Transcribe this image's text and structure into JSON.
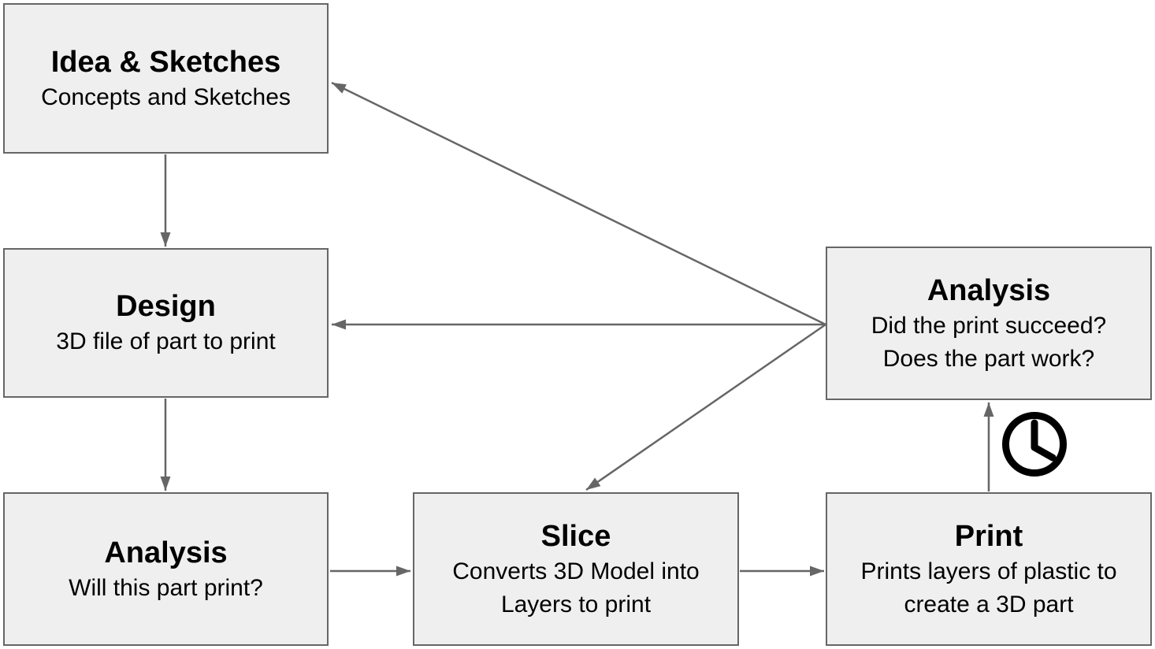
{
  "diagram": {
    "type": "flowchart",
    "colors": {
      "box_fill": "#efefef",
      "box_border": "#666666",
      "arrow": "#666666",
      "text": "#000000",
      "clock": "#000000"
    },
    "nodes": [
      {
        "id": "idea",
        "title": "Idea & Sketches",
        "subtitle": "Concepts and Sketches"
      },
      {
        "id": "design",
        "title": "Design",
        "subtitle": "3D file of part to print"
      },
      {
        "id": "analysis_pre",
        "title": "Analysis",
        "subtitle": "Will this part print?"
      },
      {
        "id": "slice",
        "title": "Slice",
        "subtitle": "Converts 3D Model into\nLayers to print"
      },
      {
        "id": "print",
        "title": "Print",
        "subtitle": "Prints layers of plastic to\ncreate a 3D part"
      },
      {
        "id": "analysis_post",
        "title": "Analysis",
        "subtitle": "Did the print succeed?\nDoes the part work?"
      }
    ],
    "edges": [
      {
        "from": "idea",
        "to": "design"
      },
      {
        "from": "design",
        "to": "analysis_pre"
      },
      {
        "from": "analysis_pre",
        "to": "slice"
      },
      {
        "from": "slice",
        "to": "print"
      },
      {
        "from": "print",
        "to": "analysis_post",
        "icon": "clock-icon"
      },
      {
        "from": "analysis_post",
        "to": "design"
      },
      {
        "from": "analysis_post",
        "to": "idea"
      },
      {
        "from": "analysis_post",
        "to": "slice"
      }
    ],
    "icons": [
      {
        "name": "clock-icon"
      }
    ]
  }
}
